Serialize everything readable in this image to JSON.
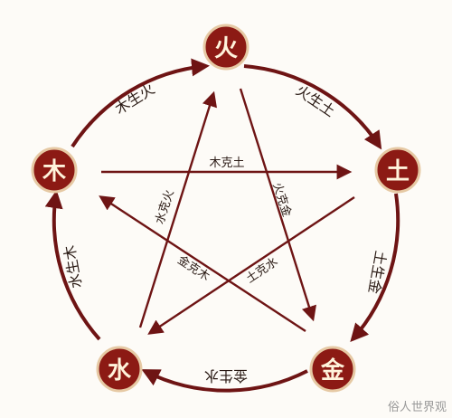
{
  "elements": {
    "fire": "火",
    "earth": "土",
    "metal": "金",
    "water": "水",
    "wood": "木"
  },
  "generating": {
    "wood_fire": "木生火",
    "fire_earth": "火生土",
    "earth_metal": "土生金",
    "metal_water": "金生水",
    "water_wood": "水生木"
  },
  "overcoming": {
    "wood_earth": "木克土",
    "fire_metal": "火克金",
    "earth_water": "土克水",
    "metal_wood": "金克木",
    "water_fire": "水克火"
  },
  "colors": {
    "node_fill": "#8c1a14",
    "node_ring": "#e6c9a4",
    "node_text": "#fff4dc",
    "arrow": "#6e1414"
  },
  "watermark": "俗人世界观"
}
